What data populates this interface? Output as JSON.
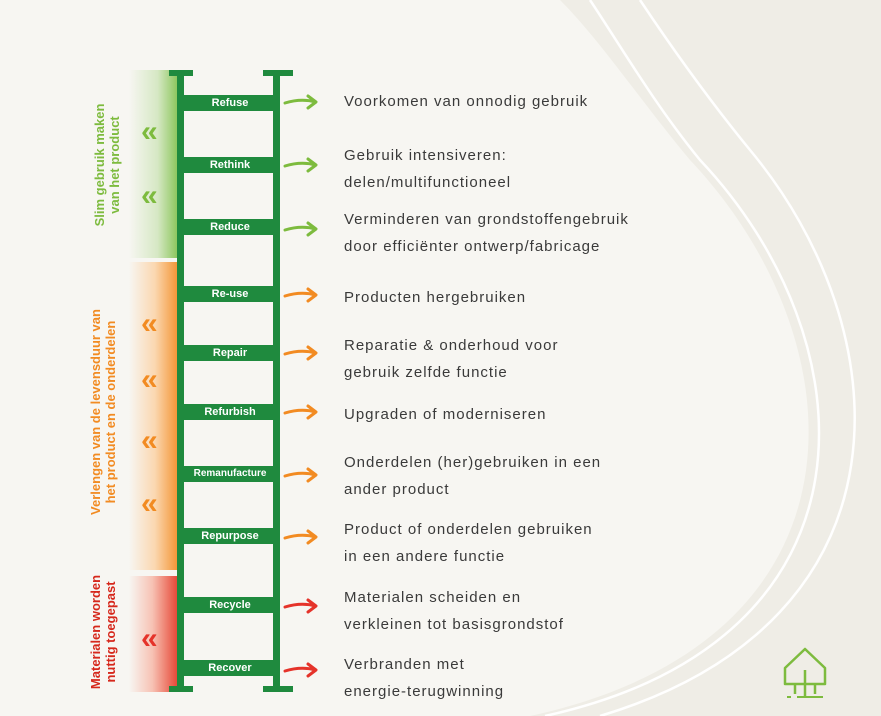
{
  "groups": [
    {
      "lines": [
        "Slim gebruik maken",
        "van het product"
      ],
      "color": "#7dbb3e"
    },
    {
      "lines": [
        "Verlengen van de levensduur van",
        "het product en de onderdelen"
      ],
      "color": "#f28b22"
    },
    {
      "lines": [
        "Materialen worden",
        "nuttig toegepast"
      ],
      "color": "#d6281c"
    }
  ],
  "steps": [
    {
      "label": "Refuse",
      "desc": [
        "Voorkomen van onnodig gebruik"
      ],
      "arrow_color": "#7dbb3e"
    },
    {
      "label": "Rethink",
      "desc": [
        "Gebruik intensiveren:",
        "delen/multifunctioneel"
      ],
      "arrow_color": "#7dbb3e"
    },
    {
      "label": "Reduce",
      "desc": [
        "Verminderen van grondstoffengebruik",
        "door efficiënter ontwerp/fabricage"
      ],
      "arrow_color": "#7dbb3e"
    },
    {
      "label": "Re-use",
      "desc": [
        "Producten hergebruiken"
      ],
      "arrow_color": "#f28b22"
    },
    {
      "label": "Repair",
      "desc": [
        "Reparatie & onderhoud voor",
        "gebruik zelfde functie"
      ],
      "arrow_color": "#f28b22"
    },
    {
      "label": "Refurbish",
      "desc": [
        "Upgraden of moderniseren"
      ],
      "arrow_color": "#f28b22"
    },
    {
      "label": "Remanufacture",
      "desc": [
        "Onderdelen (her)gebruiken in een",
        "ander product"
      ],
      "arrow_color": "#f28b22"
    },
    {
      "label": "Repurpose",
      "desc": [
        "Product of onderdelen gebruiken",
        "in een andere functie"
      ],
      "arrow_color": "#f28b22"
    },
    {
      "label": "Recycle",
      "desc": [
        "Materialen scheiden en",
        "verkleinen tot basisgrondstof"
      ],
      "arrow_color": "#e5332a"
    },
    {
      "label": "Recover",
      "desc": [
        "Verbranden met",
        "energie-terugwinning"
      ],
      "arrow_color": "#e5332a"
    }
  ],
  "chevron": "«",
  "colors": {
    "ladder": "#1f8a3e",
    "green": "#7dbb3e",
    "orange": "#f28b22",
    "red": "#e5332a",
    "background": "#f7f6f2"
  },
  "logo_icon": "tree-house-icon"
}
